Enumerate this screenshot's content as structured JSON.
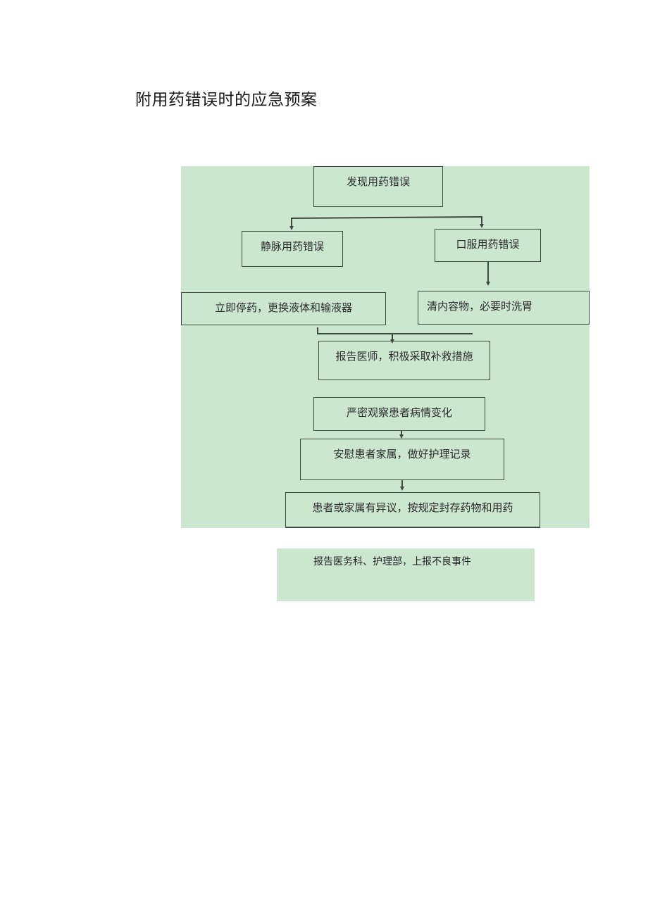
{
  "document": {
    "title": "附用药错误时的应急预案"
  },
  "flowchart": {
    "background_color": "#cce7d0",
    "border_color": "#3d4a3f",
    "nodes": [
      {
        "id": "discover",
        "label": "发现用药错误"
      },
      {
        "id": "iv_error",
        "label": "静脉用药错误"
      },
      {
        "id": "oral_error",
        "label": "口服用药错误"
      },
      {
        "id": "iv_action",
        "label": "立即停药，更换液体和输液器"
      },
      {
        "id": "oral_action",
        "label": "清内容物，必要时洗胃"
      },
      {
        "id": "report_doctor",
        "label": "报告医师，积极采取补救措施"
      },
      {
        "id": "observe",
        "label": "严密观察患者病情变化"
      },
      {
        "id": "comfort",
        "label": "安慰患者家属，做好护理记录"
      },
      {
        "id": "seal",
        "label": "患者或家属有异议，按规定封存药物和用药"
      }
    ],
    "edges": [
      {
        "from": "discover",
        "to": "iv_error"
      },
      {
        "from": "discover",
        "to": "oral_error"
      },
      {
        "from": "oral_error",
        "to": "oral_action"
      },
      {
        "from": "iv_action",
        "to": "report_doctor"
      },
      {
        "from": "oral_action",
        "to": "report_doctor"
      },
      {
        "from": "observe",
        "to": "comfort"
      },
      {
        "from": "comfort",
        "to": "seal"
      }
    ]
  },
  "note": {
    "label": "报告医务科、护理部，上报不良事件"
  }
}
